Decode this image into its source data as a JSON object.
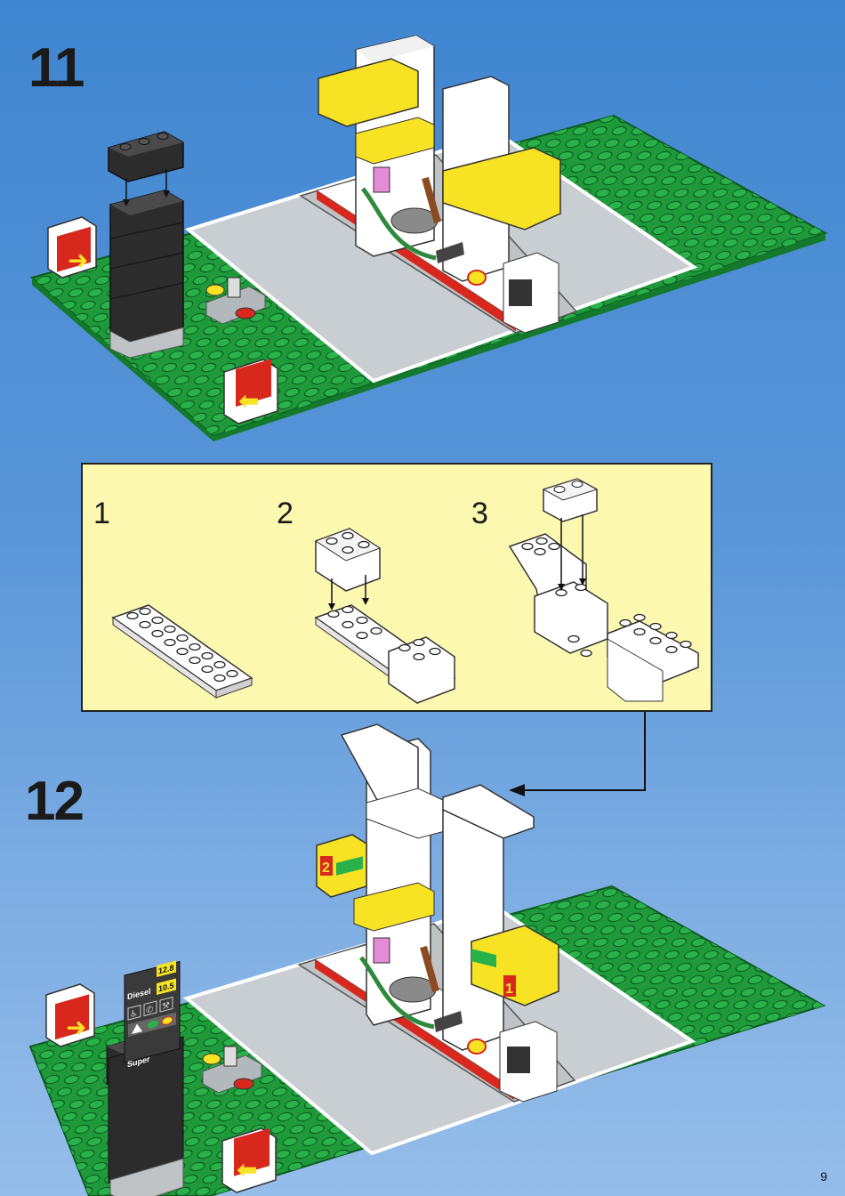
{
  "steps": {
    "first": "11",
    "second": "12"
  },
  "substeps": [
    "1",
    "2",
    "3"
  ],
  "sign": {
    "super_label": "Super",
    "super_price": "12.8",
    "diesel_label": "Diesel",
    "diesel_price": "10.5"
  },
  "pillar_signs": {
    "left_number": "2",
    "right_number": "1"
  },
  "page_number": "9",
  "colors": {
    "baseplate": "#1f9a3a",
    "road": "#c9ced3",
    "white_brick": "#ffffff",
    "yellow_brick": "#f7e224",
    "black_brick": "#2c2c2c",
    "red": "#d8281e",
    "callout_bg": "#fdf8b0"
  }
}
